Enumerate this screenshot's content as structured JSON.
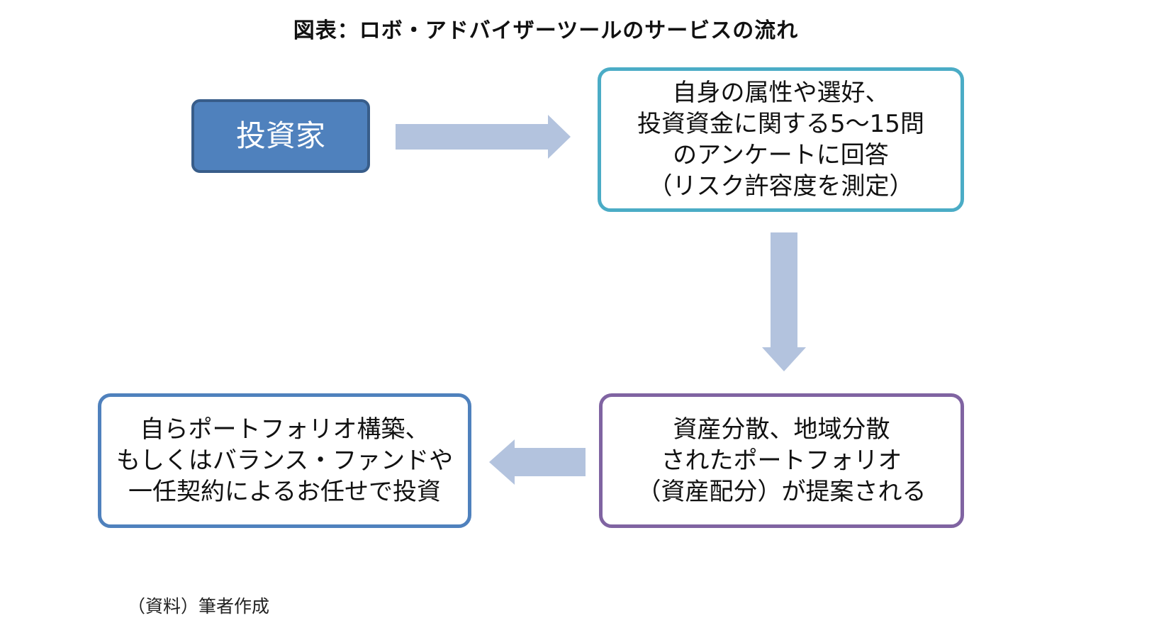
{
  "title": "図表：ロボ・アドバイザーツールのサービスの流れ",
  "nodes": {
    "investor": {
      "lines": [
        "投資家"
      ]
    },
    "survey": {
      "lines": [
        "自身の属性や選好、",
        "投資資金に関する5～15問",
        "のアンケートに回答",
        "（リスク許容度を測定）"
      ]
    },
    "portfolio": {
      "lines": [
        "資産分散、地域分散",
        "されたポートフォリオ",
        "（資産配分）が提案される"
      ]
    },
    "invest": {
      "lines": [
        "自らポートフォリオ構築、",
        "もしくはバランス・ファンドや",
        "一任契約によるお任せで投資"
      ]
    }
  },
  "colors": {
    "investor_fill": "#4f81bd",
    "investor_border": "#385d8a",
    "survey_border": "#4bacc6",
    "portfolio_border": "#8064a2",
    "invest_border": "#4f81bd",
    "arrow": "#b3c3de"
  },
  "source": "（資料）筆者作成"
}
